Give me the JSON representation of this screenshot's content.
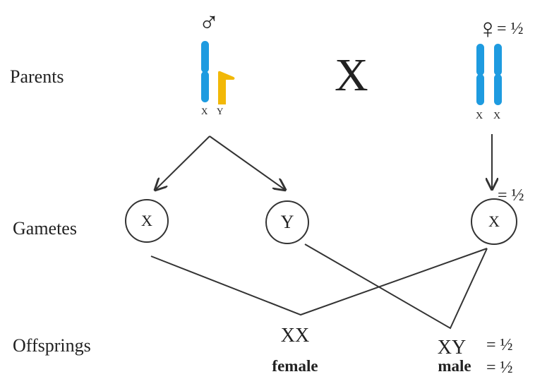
{
  "rows": {
    "parents": "Parents",
    "gametes": "Gametes",
    "offsprings": "Offsprings"
  },
  "cross_symbol": "X",
  "male_symbol": "♂",
  "female_symbol": "♀",
  "female_fraction": "= ½",
  "male_chromosome_labels": [
    "X",
    "Y"
  ],
  "female_chromosome_labels": [
    "X",
    "X"
  ],
  "gametes": [
    {
      "label": "X"
    },
    {
      "label": "Y"
    },
    {
      "label": "X",
      "fraction": "= ½"
    }
  ],
  "offspring": [
    {
      "genotype": "XX",
      "sex": "female"
    },
    {
      "genotype": "XY",
      "fraction": "= ½",
      "sex": "male",
      "sex_fraction": "= ½"
    }
  ],
  "colors": {
    "x_chromosome": "#1e9be0",
    "y_chromosome": "#f2b807",
    "lines": "#333333",
    "text": "#222222"
  }
}
